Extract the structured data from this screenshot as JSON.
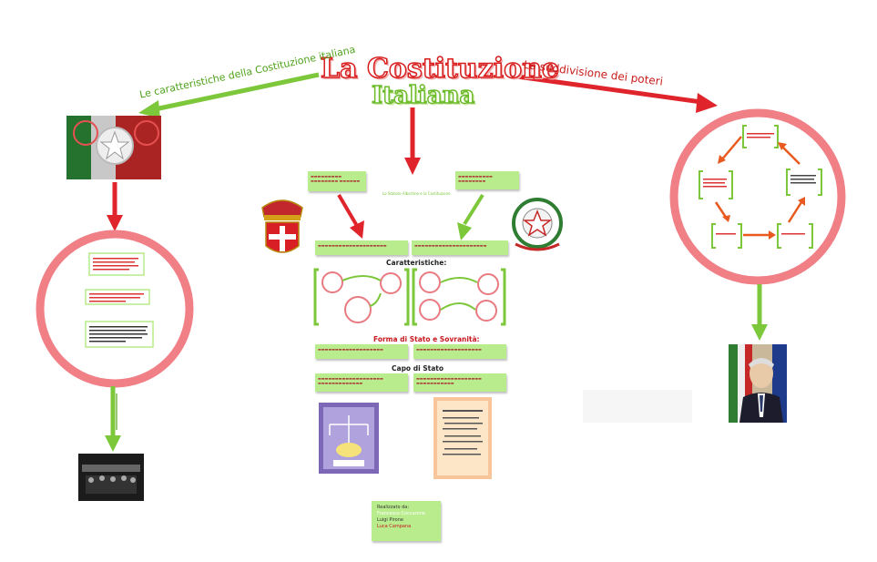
{
  "title": {
    "line1": "La Costituzione",
    "line2": "Italiana"
  },
  "branches": {
    "left": "Le caratteristiche della Costituzione italiana",
    "right": "La suddivisione dei poteri"
  },
  "center": {
    "caption_small": "Lo Statuto Albertino e la Costituzione",
    "sections": {
      "caratteristiche": "Caratteristiche:",
      "forma_stato": "Forma di Stato e Sovranità:",
      "capo_stato": "Capo di Stato"
    }
  },
  "credits": {
    "heading": "Realizzato da:",
    "names": [
      "Francesco Coccarone",
      "Luigi Pirone",
      "Luca Campana"
    ]
  },
  "colors": {
    "red": "#e0242b",
    "green": "#7cc73a",
    "pink": "#f07f86"
  }
}
